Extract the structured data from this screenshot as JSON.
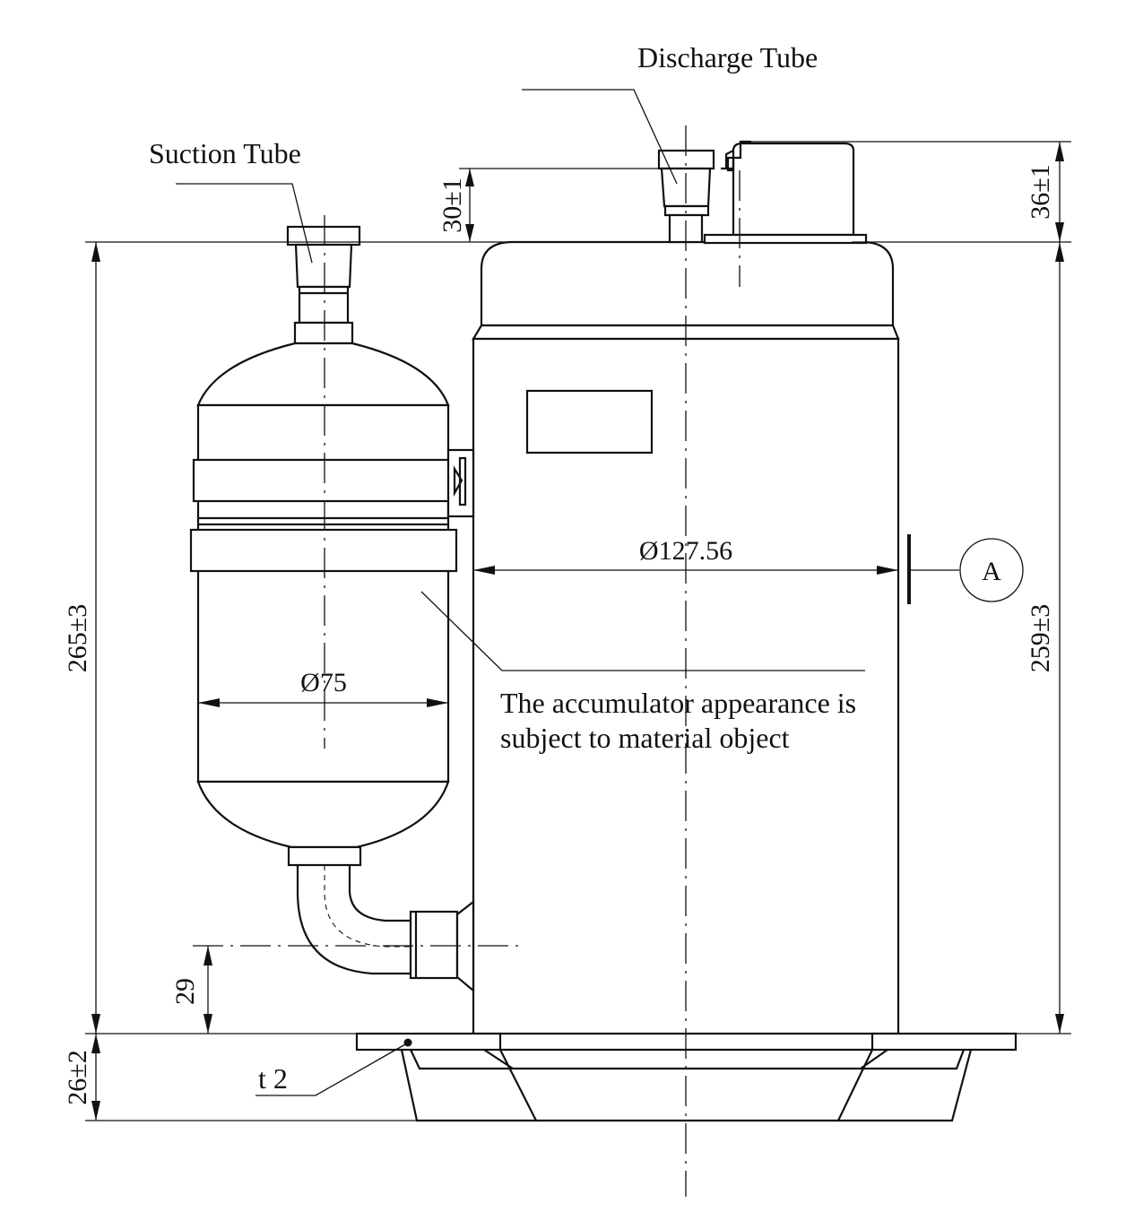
{
  "labels": {
    "suction_tube": "Suction Tube",
    "discharge_tube": "Discharge Tube",
    "accumulator_note_line1": "The accumulator appearance is",
    "accumulator_note_line2": "subject to material object",
    "view_marker": "A",
    "plate_thickness": "t 2"
  },
  "dimensions": {
    "shell_diameter": "Ø127.56",
    "accumulator_diameter": "Ø75",
    "overall_height": "265±3",
    "shell_height": "259±3",
    "discharge_tube_height": "30±1",
    "terminal_cover_height": "36±1",
    "suction_inlet_height": "29",
    "mounting_height": "26±2"
  }
}
